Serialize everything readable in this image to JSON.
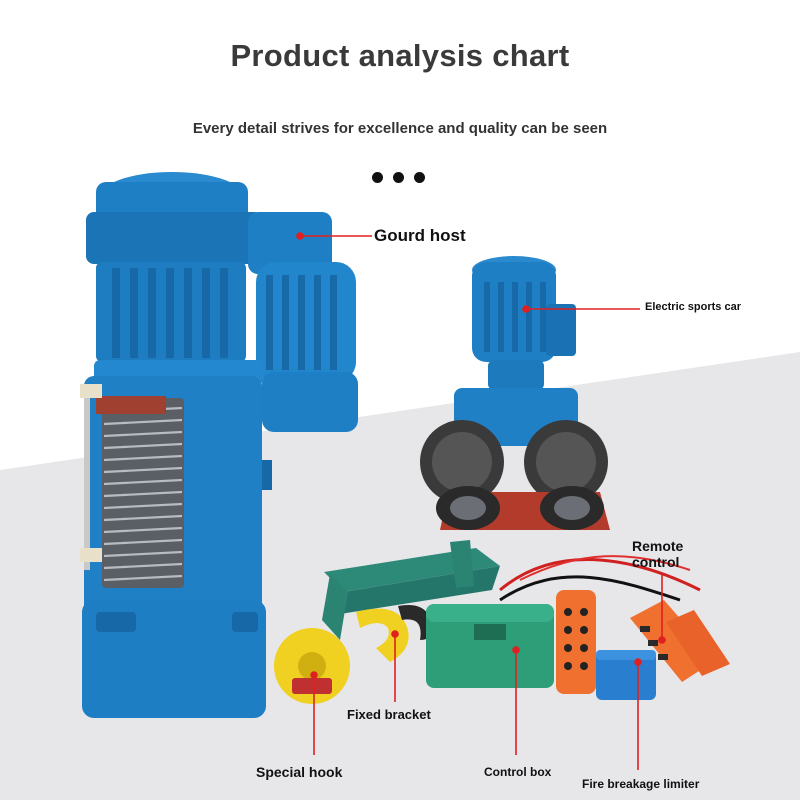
{
  "header": {
    "title": "Product analysis chart",
    "subtitle": "Every detail strives for excellence and quality can be seen"
  },
  "labels": {
    "gourd_host": "Gourd host",
    "electric_sports_car": "Electric sports car",
    "remote_control": "Remote control",
    "fixed_bracket": "Fixed bracket",
    "special_hook": "Special hook",
    "control_box": "Control box",
    "fire_breakage_limiter": "Fire breakage limiter"
  },
  "colors": {
    "hoist_blue": "#1f7fc4",
    "leader_red": "#e02020",
    "control_box_green": "#2e9e78",
    "hook_yellow": "#f0d020",
    "remote_orange": "#f07030"
  }
}
